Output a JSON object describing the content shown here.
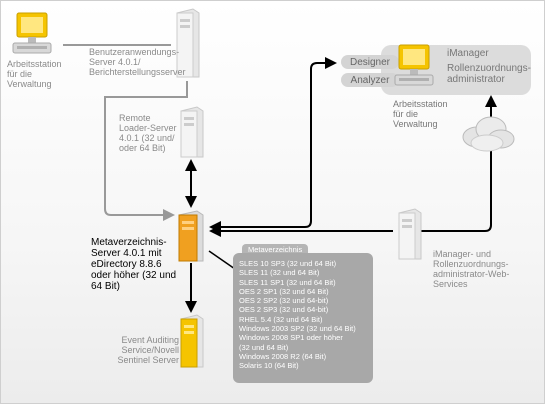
{
  "labels": {
    "admin_ws": "Arbeitsstation für die Verwaltung",
    "user_app_server": "Benutzeranwendungs-Server 4.0.1/ Berichterstellungsserver",
    "remote_loader": "Remote Loader-Server 4.0.1 (32 und/ oder 64 Bit)",
    "metadir_server": "Metaverzeichnis-Server 4.0.1 mit eDirectory 8.8.6 oder höher (32 und 64 Bit)",
    "event_auditing": "Event Auditing Service/Novell Sentinel Server",
    "designer": "Designer",
    "analyzer": "Analyzer",
    "imanager": "iManager",
    "role_admin": "Rollenzuordnungs-administrator",
    "admin_ws_right": "Arbeitsstation für die Verwaltung",
    "web_services": "iManager- und Rollenzuordnungs-administrator-Web-Services"
  },
  "metaverzeichnis": {
    "title": "Metaverzeichnis",
    "platforms": [
      "SLES 10 SP3 (32 und 64 Bit)",
      "SLES 11 (32 und 64 Bit)",
      "SLES 11 SP1 (32 und 64 Bit)",
      "OES 2 SP1 (32 und 64 Bit)",
      "OES 2 SP2 (32 und 64-bit)",
      "OES 2 SP3 (32 und 64-bit)",
      "RHEL 5.4 (32 und 64 Bit)",
      "Windows 2003 SP2 (32 und 64 Bit)",
      "Windows 2008 SP1 oder höher",
      "(32 und 64 Bit)",
      "Windows 2008 R2 (64 Bit)",
      "Solaris 10 (64 Bit)"
    ]
  },
  "colors": {
    "monitor_yellow": "#f5c400",
    "server_orange": "#f0a020",
    "line_gray": "#999999",
    "line_black": "#000000"
  }
}
